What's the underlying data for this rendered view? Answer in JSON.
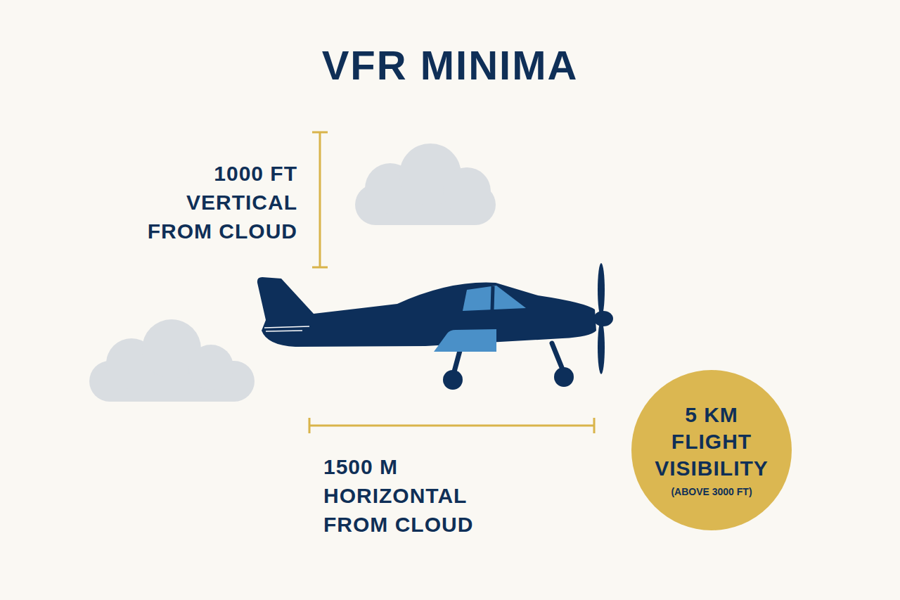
{
  "diagram": {
    "title": "VFR MINIMA",
    "nodes": [
      {
        "text": [
          "5 KM FLIGHT VISIBILITY",
          "(ABOVE 3000 FT)"
        ]
      }
    ],
    "labels": [
      "1000 FT VERTICAL FROM CLOUD",
      "1500 M HORIZONTAL FROM CLOUD"
    ]
  }
}
